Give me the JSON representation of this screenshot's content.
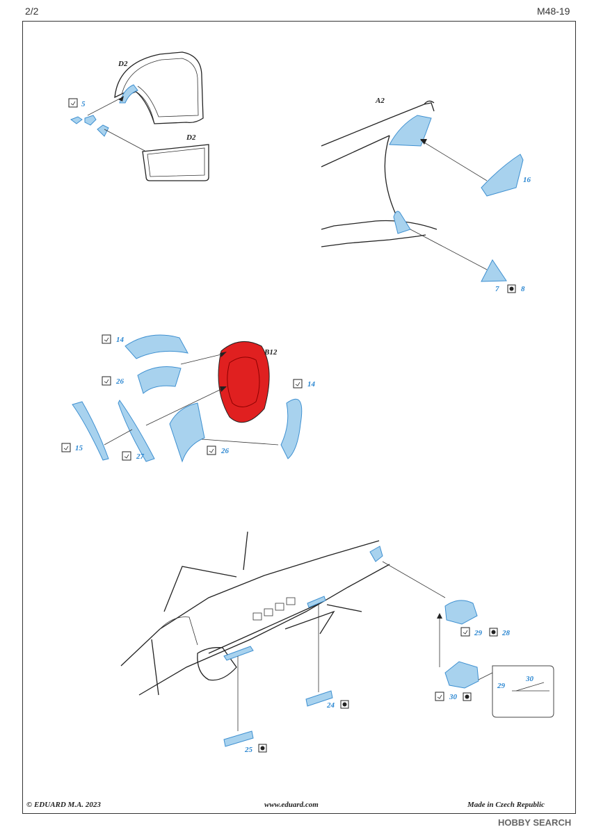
{
  "header": {
    "page": "2/2",
    "code": "M48-19"
  },
  "footer": {
    "copyright": "© EDUARD  M.A. 2023",
    "url": "www.eduard.com",
    "origin": "Made in Czech Republic",
    "watermark": "HOBBY SEARCH"
  },
  "parts": {
    "d2_top": "D2",
    "d2_bottom": "D2",
    "a2": "A2",
    "b12": "B12",
    "p5": "5",
    "p16": "16",
    "p7": "7",
    "p8": "8",
    "p14a": "14",
    "p26a": "26",
    "p14b": "14",
    "p15": "15",
    "p27": "27",
    "p26b": "26",
    "p29": "29",
    "p28": "28",
    "p30": "30",
    "p24": "24",
    "p25": "25",
    "inset29": "29",
    "inset30": "30"
  },
  "colors": {
    "etch_blue": "#a8d2ee",
    "label_blue": "#2a86d1",
    "red_part": "#e02020"
  }
}
